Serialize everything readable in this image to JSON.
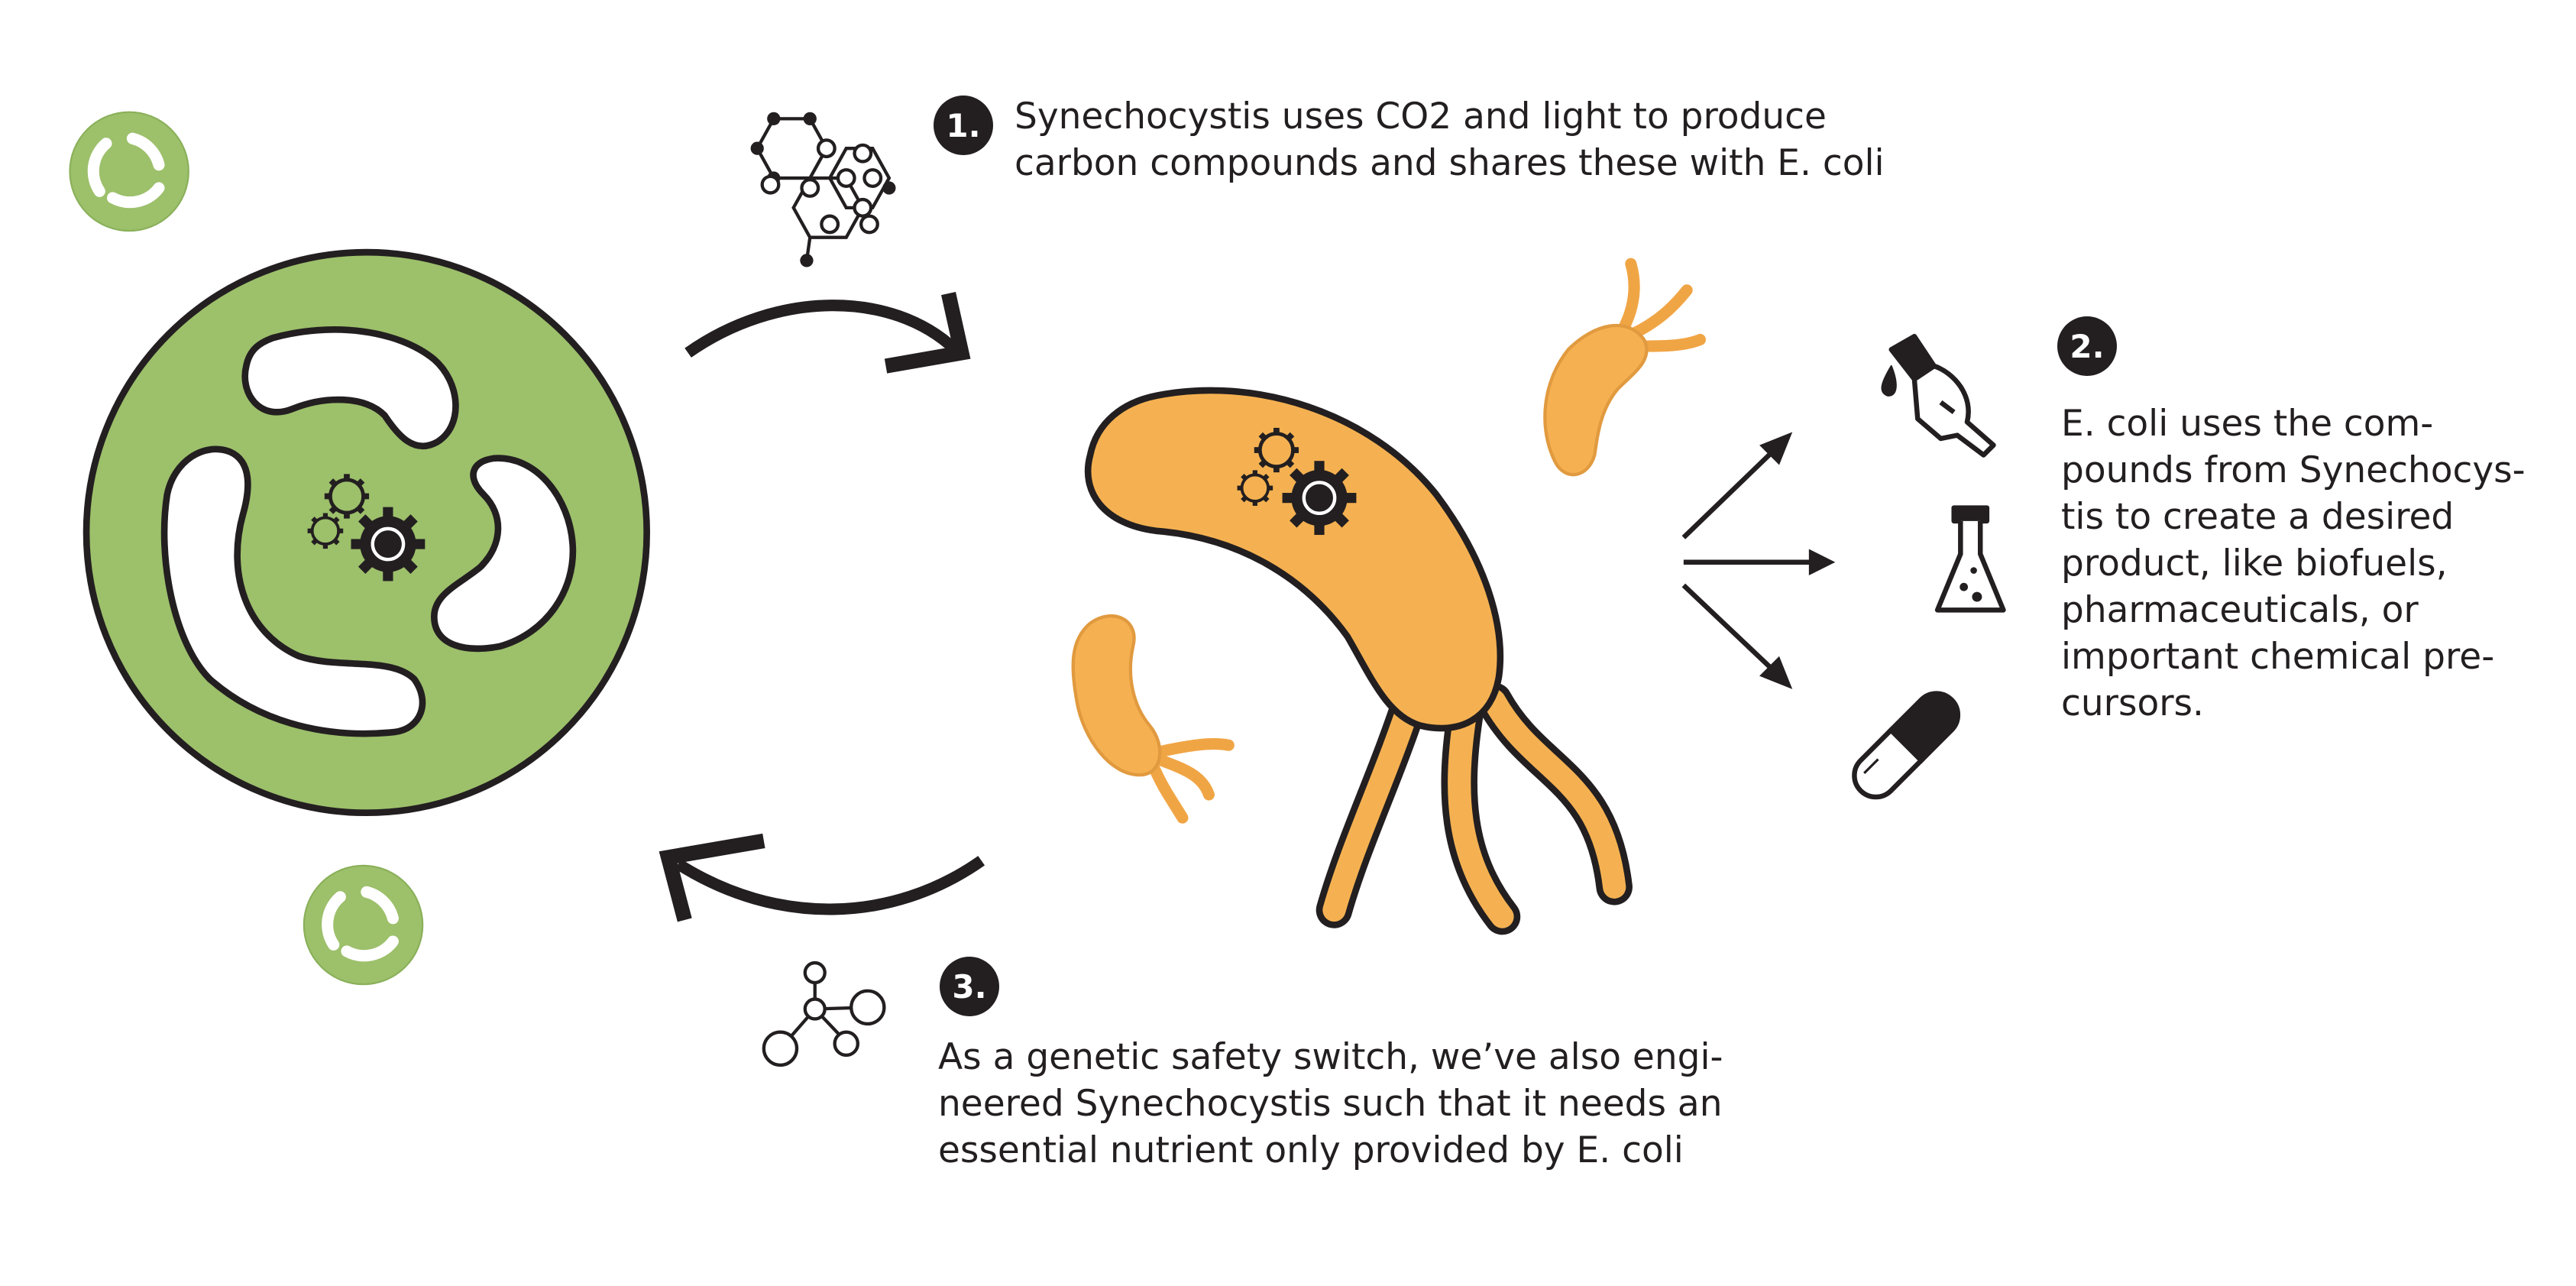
{
  "colors": {
    "ink": "#231f20",
    "synechocystis_green": "#9dc06b",
    "ecoli_orange": "#f5b151",
    "background": "#ffffff"
  },
  "steps": [
    {
      "number": "1.",
      "text": "Synechocystis uses CO2 and light to produce\ncarbon compounds and shares these with E. coli"
    },
    {
      "number": "2.",
      "text": "E. coli uses the com-\npounds from Synechocys-\ntis to create a desired\nproduct, like biofuels,\npharmaceuticals, or\nimportant chemical pre-\ncursors."
    },
    {
      "number": "3.",
      "text": "As a genetic safety switch, we’ve also engi-\nneered Synechocystis such that it needs an\nessential nutrient only provided by E. coli"
    }
  ],
  "icons": [
    "synechocystis-cell-icon",
    "small-synechocystis-icon",
    "ecoli-cell-icon",
    "small-ecoli-icon",
    "gear-icon",
    "hexagon-molecule-icon",
    "branched-molecule-icon",
    "fuel-nozzle-icon",
    "flask-icon",
    "pill-capsule-icon",
    "curved-arrow-icon",
    "straight-arrow-icon"
  ]
}
